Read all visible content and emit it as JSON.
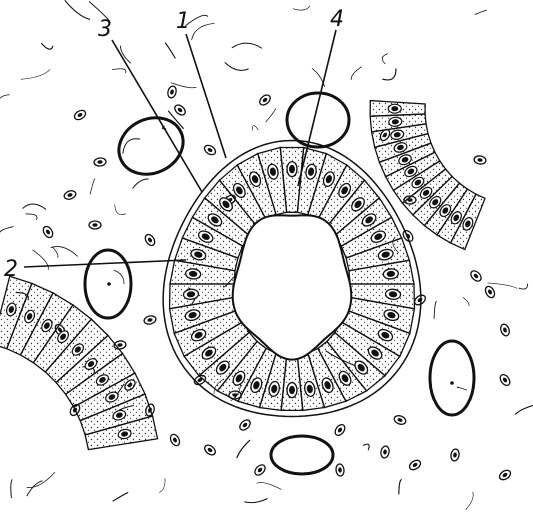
{
  "labels": {
    "l1": "1",
    "l2": "2",
    "l3": "3",
    "l4": "4"
  },
  "colors": {
    "ink": "#111111",
    "background": "#ffffff",
    "stipple": "#333333"
  }
}
